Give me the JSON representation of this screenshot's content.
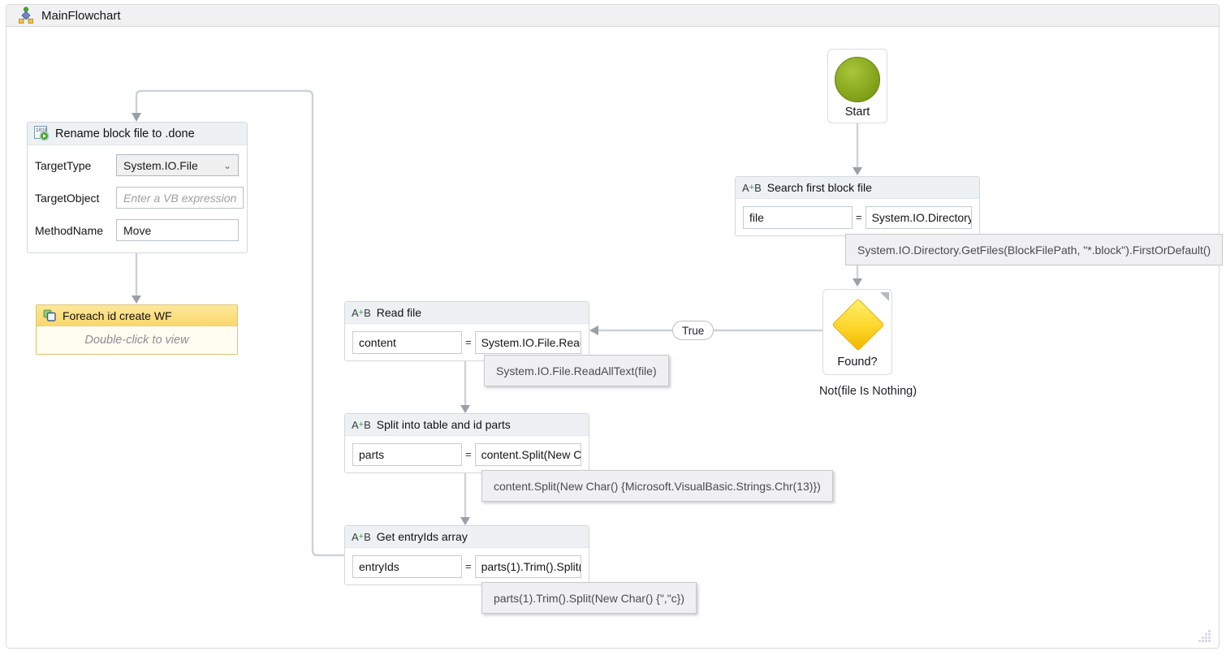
{
  "window": {
    "title": "MainFlowchart"
  },
  "symbols": {
    "equals": "=",
    "chevron_down": "⌄"
  },
  "icons": {
    "assign_a": "A",
    "assign_plus": "+",
    "assign_b": "B",
    "invoke_binary": "1010"
  },
  "colors": {
    "start_green": "#84a51c",
    "decision_yellow": "#fdd62a",
    "foreach_gold": "#fad76e",
    "connector_gray": "#ccd2db"
  },
  "nodes": {
    "start": {
      "label": "Start"
    },
    "search": {
      "title": "Search first block file",
      "variable": "file",
      "expression": "System.IO.Directory.GetFiles(BlockFilePath, \"*.block\").FirstOrDefault()"
    },
    "found": {
      "label": "Found?",
      "condition": "Not(file Is Nothing)",
      "branch_true": "True"
    },
    "read": {
      "title": "Read file",
      "variable": "content",
      "expression": "System.IO.File.ReadAllText(file)"
    },
    "split": {
      "title": "Split into table and id parts",
      "variable": "parts",
      "expression": "content.Split(New Char() {Microsoft.VisualBasic.Strings.Chr(13)})"
    },
    "entryids": {
      "title": "Get entryIds array",
      "variable": "entryIds",
      "expression": "parts(1).Trim().Split(New Char() {\",\"c})"
    },
    "rename": {
      "title": "Rename block file to .done",
      "target_type_label": "TargetType",
      "target_type_value": "System.IO.File",
      "target_object_label": "TargetObject",
      "target_object_placeholder": "Enter a VB expression",
      "method_name_label": "MethodName",
      "method_name_value": "Move"
    },
    "foreach": {
      "title": "Foreach id create WF",
      "body": "Double-click to view"
    }
  }
}
